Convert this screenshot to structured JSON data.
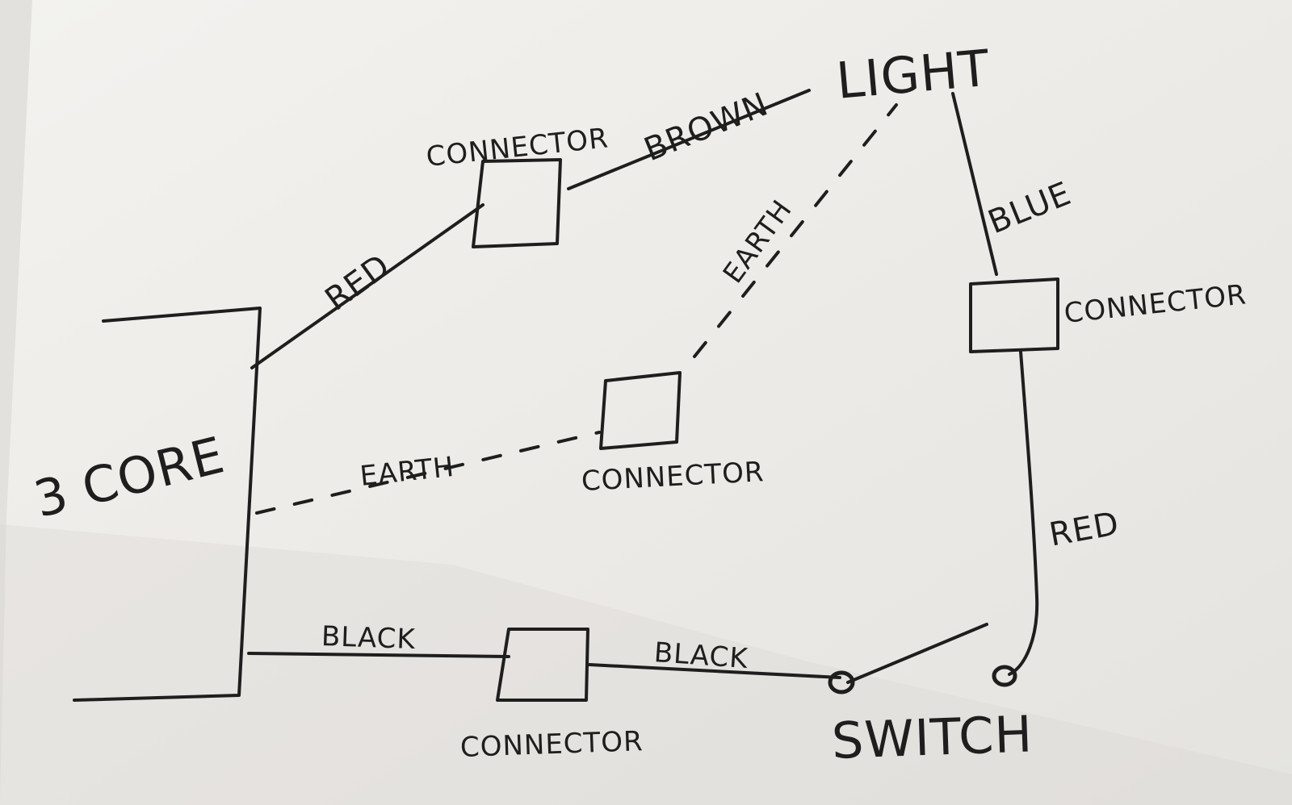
{
  "diagram": {
    "labels": {
      "light": "LIGHT",
      "switch": "SWITCH",
      "three_core": "3 CORE",
      "connector_top": "CONNECTOR",
      "connector_right": "CONNECTOR",
      "connector_middle": "CONNECTOR",
      "connector_bottom": "CONNECTOR"
    },
    "wires": {
      "red_left": "RED",
      "brown": "BROWN",
      "earth_diagonal": "EARTH",
      "blue": "BLUE",
      "earth_horizontal": "EARTH",
      "red_right": "RED",
      "black_left": "BLACK",
      "black_right": "BLACK"
    }
  },
  "colors": {
    "paper": "#f1f0ed",
    "ink": "#1e1e1e",
    "background": "#e2e1de"
  }
}
